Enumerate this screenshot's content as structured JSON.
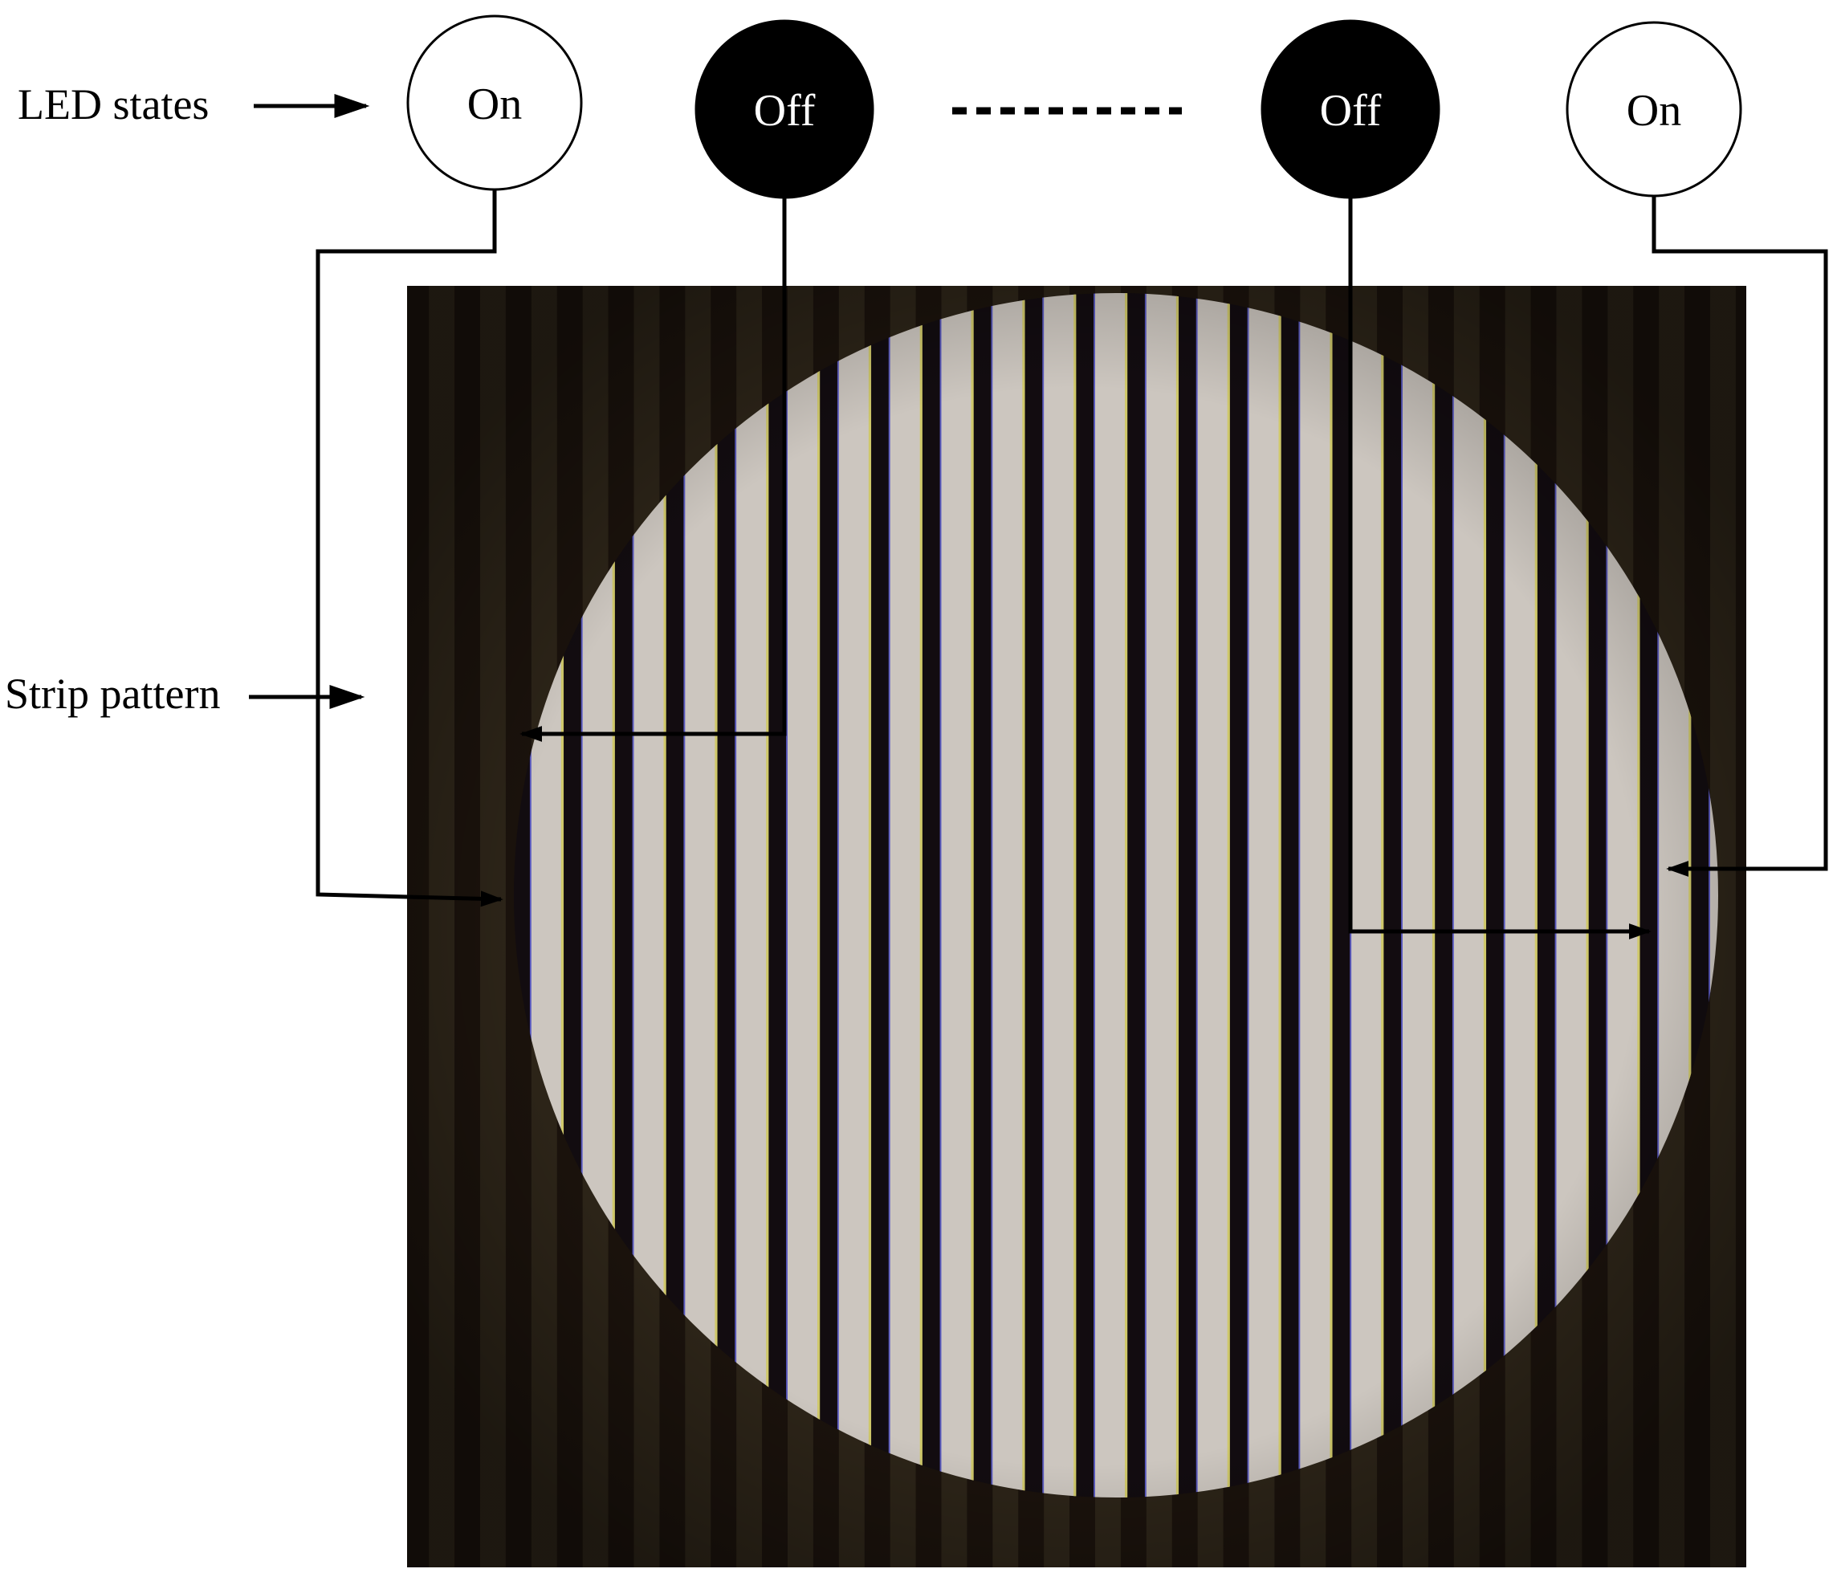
{
  "labels": {
    "led_states": "LED states",
    "strip_pattern": "Strip pattern"
  },
  "leds": [
    {
      "label": "On",
      "state": "on"
    },
    {
      "label": "Off",
      "state": "off"
    },
    {
      "label": "Off",
      "state": "off"
    },
    {
      "label": "On",
      "state": "on"
    }
  ],
  "colors": {
    "led_on_fill": "#ffffff",
    "led_off_fill": "#000000",
    "line": "#000000",
    "photo_background": "#1a120c",
    "stripe_light": "#ccc6bf",
    "stripe_dark": "#120c10",
    "rim_yellow": "#cfc86a",
    "rim_blue": "#5a5ac0"
  },
  "pattern": {
    "stripe_count": 24
  }
}
